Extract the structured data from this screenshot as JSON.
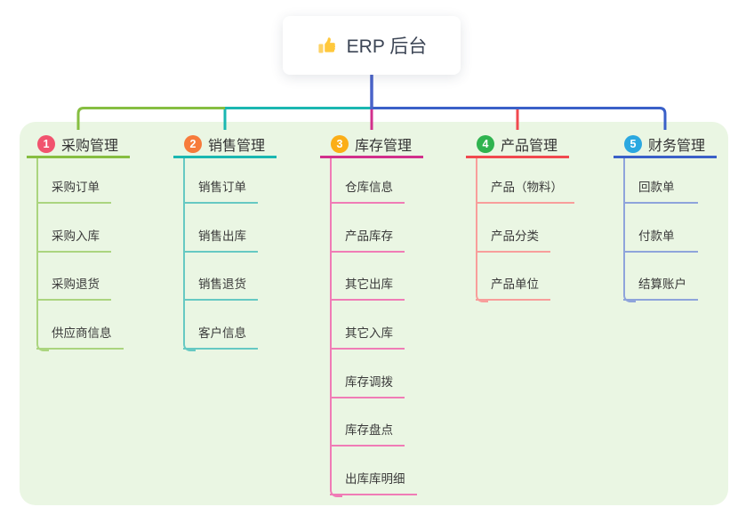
{
  "root": {
    "label": "ERP 后台",
    "icon": "thumbs-up-icon"
  },
  "branches": [
    {
      "id": "1",
      "label": "采购管理",
      "children": [
        "采购订单",
        "采购入库",
        "采购退货",
        "供应商信息"
      ]
    },
    {
      "id": "2",
      "label": "销售管理",
      "children": [
        "销售订单",
        "销售出库",
        "销售退货",
        "客户信息"
      ]
    },
    {
      "id": "3",
      "label": "库存管理",
      "children": [
        "仓库信息",
        "产品库存",
        "其它出库",
        "其它入库",
        "库存调拨",
        "库存盘点",
        "出库库明细"
      ]
    },
    {
      "id": "4",
      "label": "产品管理",
      "children": [
        "产品（物料）",
        "产品分类",
        "产品单位"
      ]
    },
    {
      "id": "5",
      "label": "财务管理",
      "children": [
        "回款单",
        "付款单",
        "结算账户"
      ]
    }
  ],
  "theme": {
    "b1": "#86BE41",
    "b1l": "#ABD57F",
    "b2": "#1AB7B1",
    "b2l": "#66C9C3",
    "b3": "#D2308C",
    "b3l": "#F07CB6",
    "b4": "#F1494F",
    "b4l": "#F89E9B",
    "b5": "#3A60C8",
    "b5l": "#8EA4DB",
    "badge1": "#F1536E",
    "badge2": "#F77B3B",
    "badge3": "#FBAE17",
    "badge4": "#2FB34F",
    "badge5": "#2BA8E0",
    "panel": "#EAF6E3",
    "rootline": "#4A63C9",
    "iconyellow": "#FFC83C",
    "cardtext": "#3C4555",
    "textmain": "#3A3A3A"
  }
}
